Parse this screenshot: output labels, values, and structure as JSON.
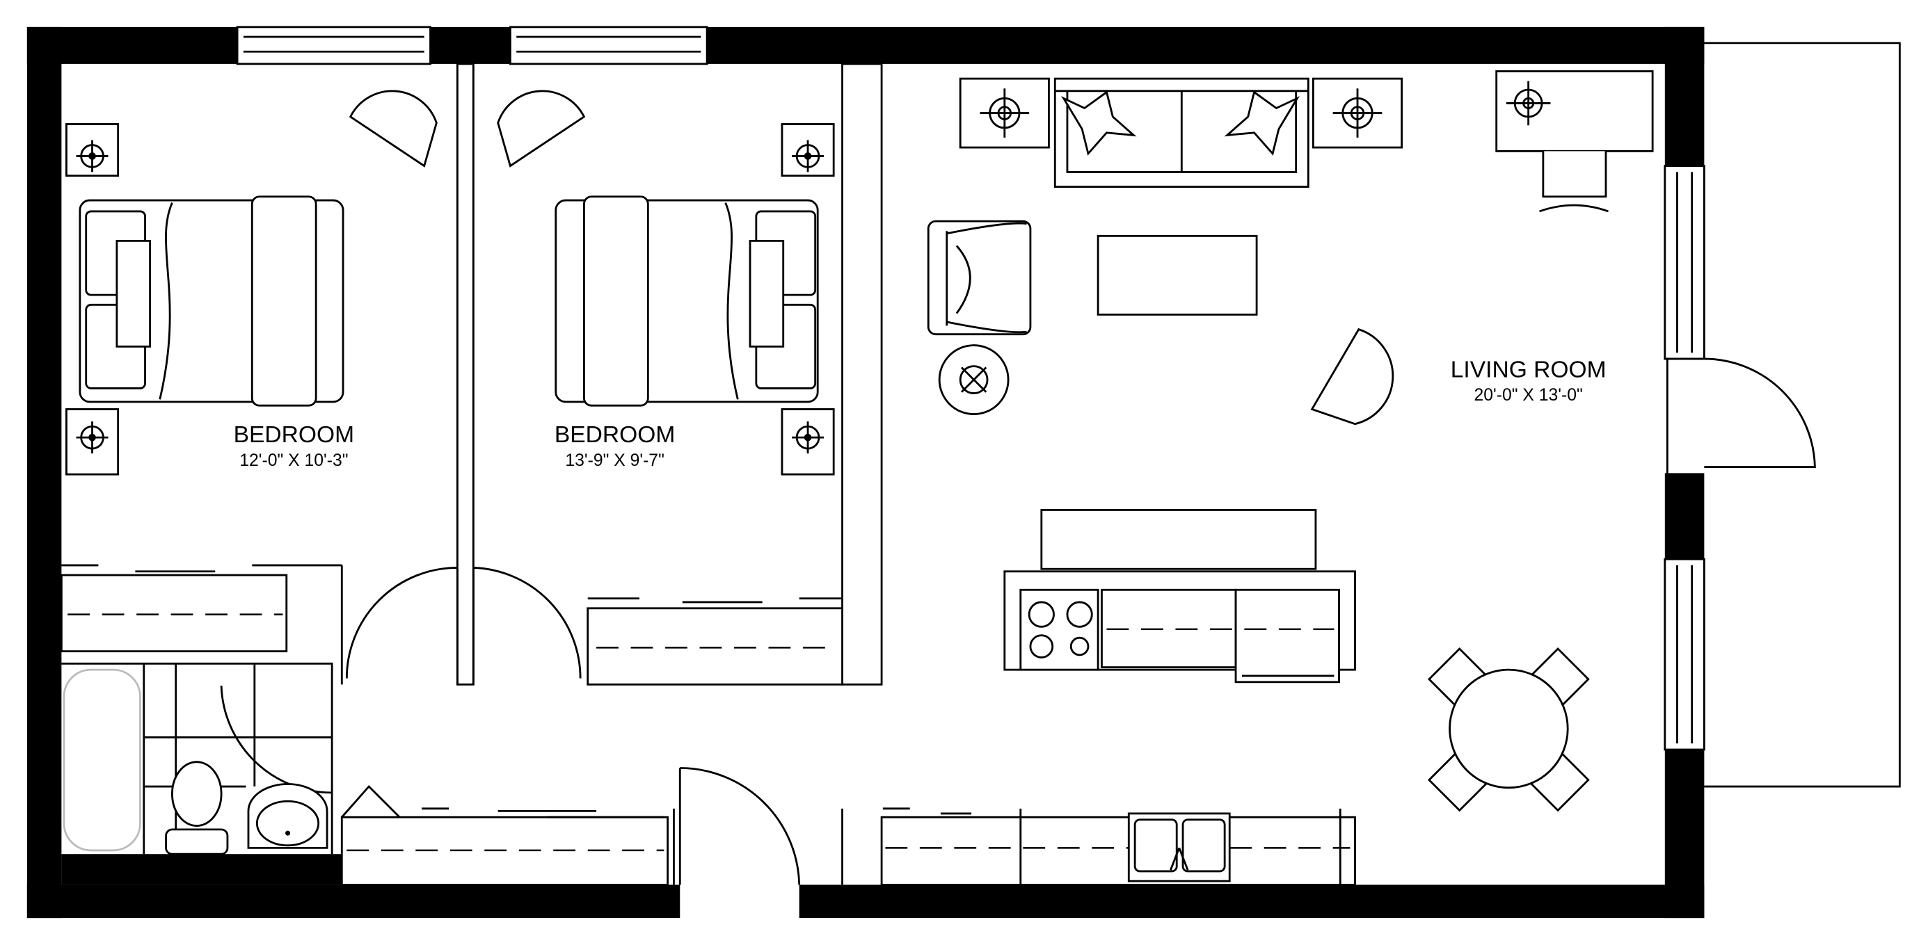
{
  "rooms": [
    {
      "name": "BEDROOM",
      "size": "12'-0\" X 10'-3\""
    },
    {
      "name": "BEDROOM",
      "size": "13'-9\" X 9'-7\""
    },
    {
      "name": "LIVING ROOM",
      "size": "20'-0\" X 13'-0\""
    }
  ],
  "colors": {
    "wall": "#000000",
    "background": "#ffffff"
  }
}
